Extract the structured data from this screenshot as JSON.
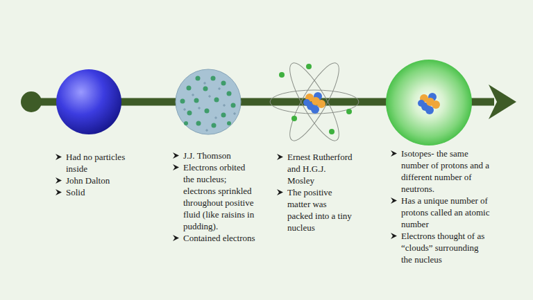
{
  "diagram": {
    "labels": [
      "Had no particles inside",
      "John Dalton",
      "Solid",
      "J.J. Thomson",
      "Electrons orbited the nucleus; electrons sprinkled throughout positive fluid (like raisins in pudding).",
      "Contained electrons",
      "Ernest Rutherford and H.G.J. Mosley",
      "The positive matter was packed into a tiny nucleus",
      "Isotopes- the same number of protons and a different number of neutrons.",
      "Has a unique number of protons called an atomic number",
      "Electrons thought of as “clouds” surrounding the nucleus"
    ]
  }
}
